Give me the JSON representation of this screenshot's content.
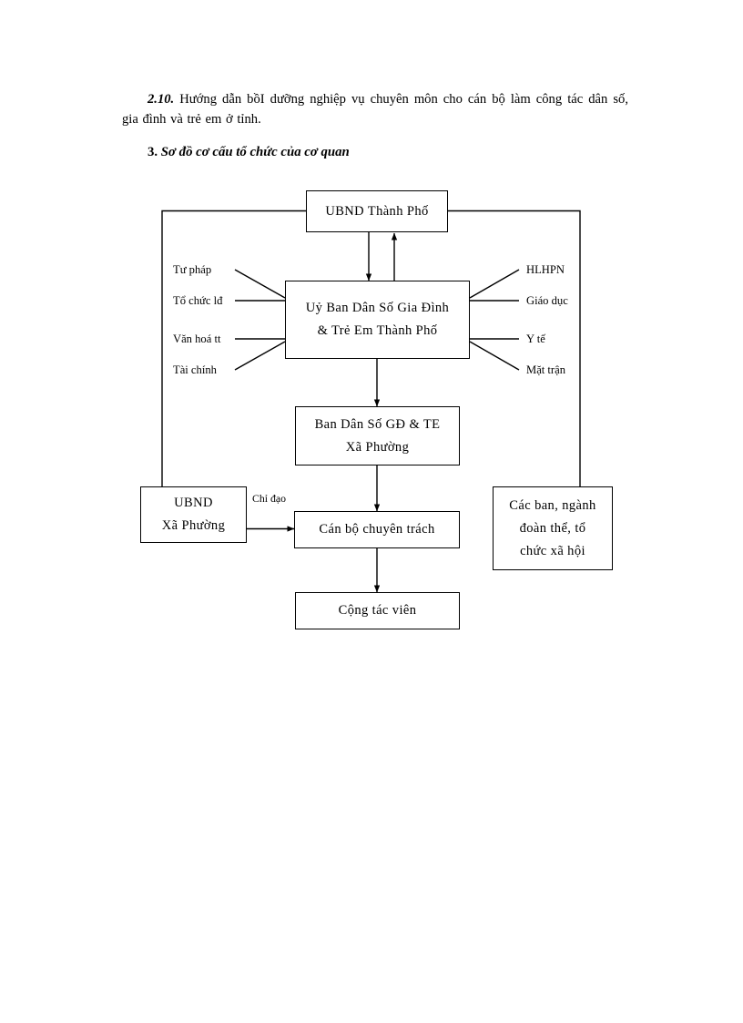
{
  "document": {
    "paragraph": {
      "number": "2.10.",
      "text": " Hướng dẫn bồI dưỡng nghiệp vụ chuyên môn cho cán bộ làm công tác dân số, gia đình và trẻ em ở tỉnh."
    },
    "heading": {
      "number": "3.",
      "title": " Sơ đồ cơ cấu tổ chức của cơ quan"
    }
  },
  "diagram": {
    "nodes": {
      "ubnd_city": {
        "line1": "UBND  Thành  Phố"
      },
      "committee": {
        "line1": "Uỷ Ban Dân Số Gia Đình",
        "line2": "& Trẻ Em Thành  Phố"
      },
      "ban_ds": {
        "line1": "Ban Dân Số GĐ & TE",
        "line2": "Xã Phường"
      },
      "ubnd_ward": {
        "line1": "UBND",
        "line2": "Xã Phường"
      },
      "canbo": {
        "line1": "Cán bộ chuyên  trách"
      },
      "congtacvien": {
        "line1": "Cộng tác viên"
      },
      "cacban": {
        "line1": "Các ban, ngành",
        "line2": "đoàn thể, tổ",
        "line3": "chức xã hội"
      }
    },
    "left_labels": [
      {
        "text": "Tư pháp"
      },
      {
        "text": "Tổ chức lđ"
      },
      {
        "text": "Văn hoá tt"
      },
      {
        "text": "Tài chính"
      }
    ],
    "right_labels": [
      {
        "text": "HLHPN"
      },
      {
        "text": "Giáo  dục"
      },
      {
        "text": "Y tế"
      },
      {
        "text": "Mặt trận"
      }
    ],
    "edge_labels": [
      {
        "text": "Chỉ đạo"
      }
    ],
    "colors": {
      "line": "#000000",
      "background": "#ffffff",
      "text": "#000000"
    }
  }
}
